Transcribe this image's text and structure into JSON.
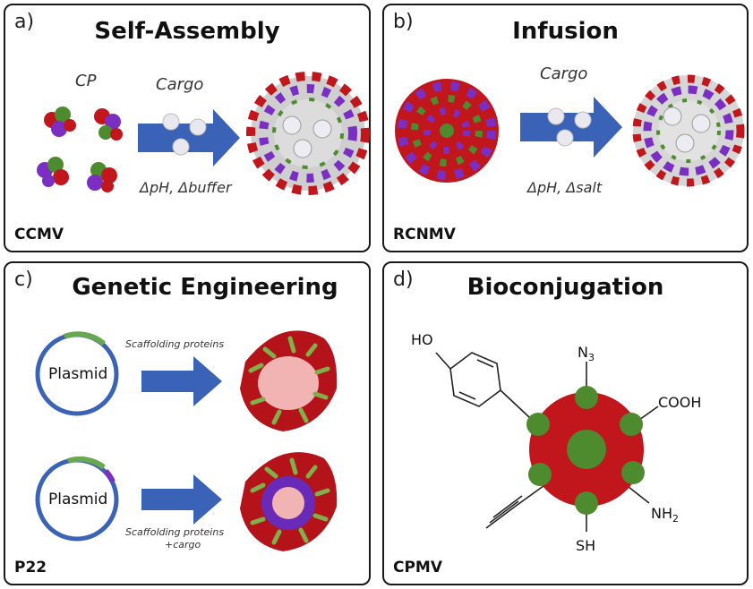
{
  "panel_a": {
    "letter": "a)",
    "title": "Self-Assembly",
    "cp_label": "CP",
    "cargo_label": "Cargo",
    "condition": "ΔpH, Δbuffer",
    "virus": "CCMV"
  },
  "panel_b": {
    "letter": "b)",
    "title": "Infusion",
    "cargo_label": "Cargo",
    "condition": "ΔpH, Δsalt",
    "virus": "RCNMV"
  },
  "panel_c": {
    "letter": "c)",
    "title": "Genetic Engineering",
    "plasmid_label_1": "Plasmid",
    "plasmid_label_2": "Plasmid",
    "arrow_label_1": "Scaffolding proteins",
    "arrow_label_2a": "Scaffolding proteins",
    "arrow_label_2b": "+cargo",
    "virus": "P22"
  },
  "panel_d": {
    "letter": "d)",
    "title": "Bioconjugation",
    "ho": "HO",
    "n3": "N",
    "n3_sub": "3",
    "cooh": "COOH",
    "nh2": "NH",
    "nh2_sub": "2",
    "sh": "SH",
    "virus": "CPMV"
  },
  "colors": {
    "arrow_blue": "#3a63b8",
    "capsid_red": "#c0161c",
    "capsid_green": "#4e8a2e",
    "capsid_purple": "#7a2fc2",
    "plasmid_blue": "#3a63b8",
    "plasmid_green": "#6aa84f"
  }
}
